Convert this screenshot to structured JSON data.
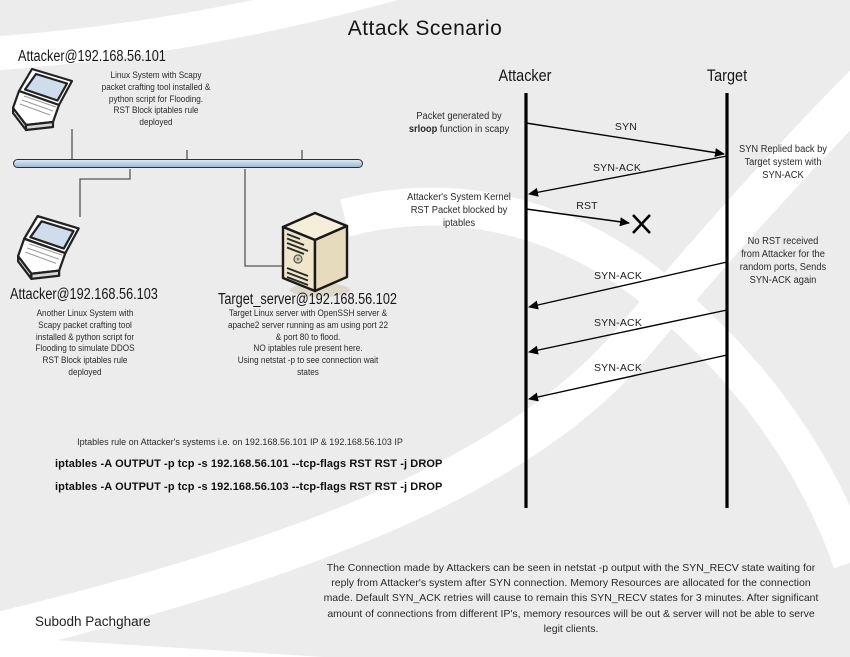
{
  "title": "Attack Scenario",
  "colors": {
    "background": "#ececec",
    "swoosh": "#ffffff",
    "bus_fill": "#b9cde5",
    "line": "#000000",
    "server_body": "#efe6cb"
  },
  "network": {
    "node1": {
      "heading": "Attacker@192.168.56.101",
      "description": "Linux System with Scapy\npacket crafting tool installed &\npython script for Flooding.\nRST Block iptables rule\ndeployed",
      "icon": "laptop-icon"
    },
    "node2": {
      "heading": "Attacker@192.168.56.103",
      "description": "Another Linux System with\nScapy packet crafting tool\ninstalled & python script for\nFlooding to simulate DDOS\nRST Block iptables rule\ndeployed",
      "icon": "laptop-icon"
    },
    "server": {
      "heading": "Target_server@192.168.56.102",
      "description": "Target Linux server with OpenSSH server &\napache2 server running as am using port 22\n& port 80 to flood.\nNO iptables rule present here.\nUsing netstat -p to see connection wait\nstates",
      "icon": "server-icon"
    }
  },
  "sequence": {
    "left_actor": "Attacker",
    "right_actor": "Target",
    "note_packet": {
      "line1": "Packet generated by",
      "bold": "srloop",
      "rest": " function in scapy"
    },
    "note_syn_reply": "SYN Replied back by\nTarget system with\nSYN-ACK",
    "note_rst_block": "Attacker's System Kernel\nRST Packet blocked by\niptables",
    "note_no_rst": "No RST received\nfrom Attacker for the\nrandom ports, Sends\nSYN-ACK again",
    "messages": [
      {
        "label": "SYN"
      },
      {
        "label": "SYN-ACK"
      },
      {
        "label": "RST"
      },
      {
        "label": "SYN-ACK"
      },
      {
        "label": "SYN-ACK"
      },
      {
        "label": "SYN-ACK"
      }
    ]
  },
  "iptables": {
    "caption": "Iptables rule on Attacker's systems i.e. on 192.168.56.101 IP & 192.168.56.103 IP",
    "rule1": "iptables -A OUTPUT -p tcp -s 192.168.56.101 --tcp-flags RST RST -j DROP",
    "rule2": "iptables -A OUTPUT -p tcp -s 192.168.56.103 --tcp-flags RST RST -j DROP"
  },
  "footer": {
    "paragraph": "The Connection made by Attackers can be seen in netstat -p output with the SYN_RECV state waiting for reply from Attacker's system after SYN connection. Memory Resources are allocated for the connection made. Default SYN_ACK retries will cause to remain this SYN_RECV states for 3 minutes. After significant amount of connections from different IP's, memory resources will be out & server will not be able to serve legit clients.",
    "signature": "Subodh Pachghare"
  }
}
